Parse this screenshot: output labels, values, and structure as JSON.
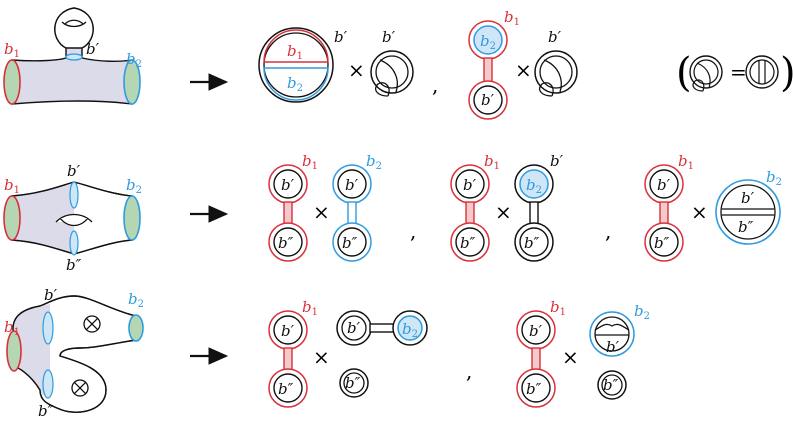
{
  "colors": {
    "red": "#d9303a",
    "red_fill": "#f4c9cc",
    "blue": "#2f9be0",
    "blue_fill": "#cfe6f7",
    "surface": "#dcdbe9",
    "green": "#b5d6b3",
    "ink": "#111111"
  },
  "labels": {
    "b": "b",
    "sub1": "1",
    "sub2": "2",
    "prime": "′",
    "dprime": "″",
    "times": "×",
    "comma": ",",
    "equals": "=",
    "lparen": "(",
    "rparen": ")"
  },
  "icons": [
    "arrow-icon",
    "otimes-icon",
    "handle-icon",
    "crosscap-icon"
  ]
}
